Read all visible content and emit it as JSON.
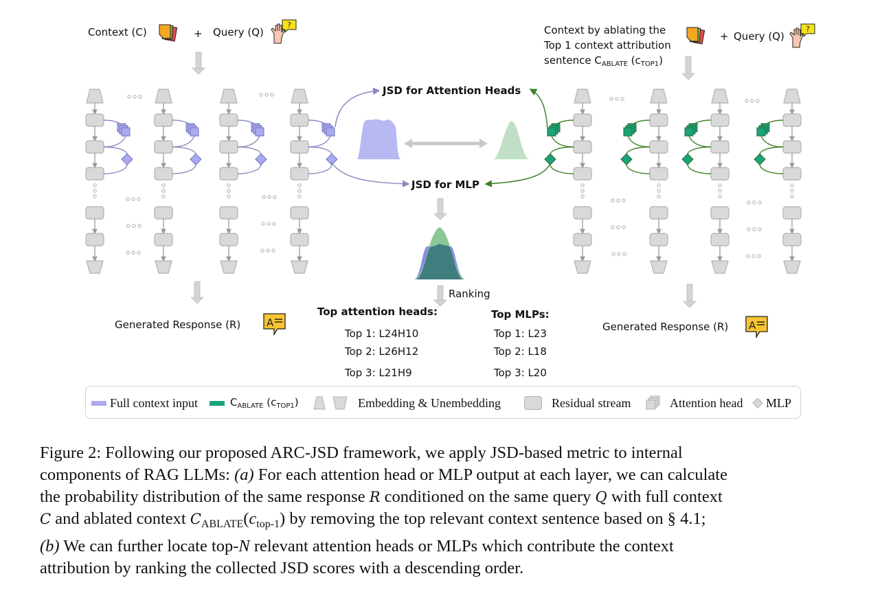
{
  "figure": {
    "left_input": {
      "context_label": "Context (C)",
      "plus": "+",
      "query_label": "Query (Q)"
    },
    "right_input": {
      "line1": "Context by ablating the",
      "line2": "Top 1 context attribution",
      "line3_prefix": "sentence C",
      "line3_sub": "ABLATE",
      "line3_paren_open": " (c",
      "line3_sub2": "TOP1",
      "line3_paren_close": ")",
      "plus": "+",
      "query_label": "Query (Q)"
    },
    "jsd_attention_label": "JSD for Attention Heads",
    "jsd_mlp_label": "JSD for MLP",
    "ranking_label": "Ranking",
    "left_output_label": "Generated Response (R)",
    "right_output_label": "Generated Response (R)",
    "top_attention": {
      "title": "Top attention heads:",
      "items": [
        "Top 1: L24H10",
        "Top 2: L26H12",
        "Top 3: L21H9"
      ]
    },
    "top_mlps": {
      "title": "Top MLPs:",
      "items": [
        "Top 1: L23",
        "Top 2: L18",
        "Top 3: L20"
      ]
    },
    "icons": {
      "context": "documents-icon",
      "query": "raised-hand-question-icon",
      "response": "speech-bubble-text-icon"
    },
    "colors": {
      "full_context": "#aaaaee",
      "ablate": "#1aa37a",
      "ablate_line": "#3f7f2a",
      "full_line": "#8a8ac0",
      "block_fill": "#d9d9d9",
      "block_stroke": "#b0b0b0"
    }
  },
  "legend": {
    "full_context": "Full context input",
    "ablate_prefix": "C",
    "ablate_sub": "ABLATE",
    "ablate_open": " (c",
    "ablate_sub2": "TOP1",
    "ablate_close": ")",
    "embedding": "Embedding & Unembedding",
    "residual": "Residual stream",
    "attention": "Attention head",
    "mlp": "MLP"
  },
  "caption": {
    "l1": "Figure 2: Following our proposed ARC-JSD framework, we apply JSD-based metric to internal",
    "l2a": "components of RAG LLMs: ",
    "l2b": "(a)",
    "l2c": " For each attention head or MLP output at each layer, we can calculate",
    "l3a": "the probability distribution of the same response ",
    "l3R": "R",
    "l3b": " conditioned on the same query ",
    "l3Q": "Q",
    "l3c": " with full context",
    "l4C": "C",
    "l4a": " and ablated context ",
    "l4C2": "C",
    "l4sub": "ABLATE",
    "l4b": "(",
    "l4c": "c",
    "l4sub2": "top-1",
    "l4d": ") by removing the top relevant context sentence based on § 4.1;",
    "l5a": "(b)",
    "l5b": " We can further locate top-",
    "l5N": "N",
    "l5c": " relevant attention heads or MLPs which contribute the context",
    "l6": "attribution by ranking the collected JSD scores with a descending order."
  }
}
